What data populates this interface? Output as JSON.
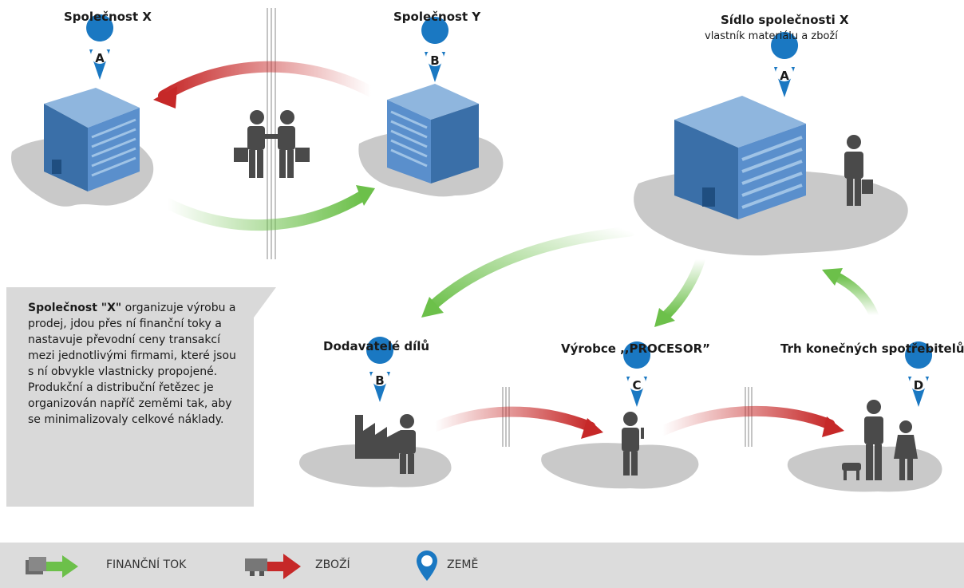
{
  "companies": {
    "x_label": "Společnost X",
    "y_label": "Společnost Y",
    "hq_label": "Sídlo společnosti X",
    "hq_sub": "vlastník materiálu a zboží"
  },
  "stages": {
    "suppliers": "Dodavatelé dílů",
    "producer": "Výrobce ,,PROCESOR”",
    "market": "Trh konečných spotřebitelů"
  },
  "pins": {
    "a1": "A",
    "b1": "B",
    "a2": "A",
    "b2": "B",
    "c": "C",
    "d": "D"
  },
  "callout": {
    "bold": "Společnost \"X\"",
    "line1": " organizuje výrobu a prodej, jdou přes ní finanční toky a nastavuje převodní ceny transakcí mezi jednotlivými firmami, které jsou s ní obvykle vlastnicky propojené.",
    "line2": "Produkční a distribuční řetězec je organizován napříč zeměmi tak, aby se minimalizovaly celkové náklady."
  },
  "legend": {
    "financial": "FINANČNÍ TOK",
    "goods": "ZBOŽÍ",
    "country": "ZEMĚ"
  },
  "colors": {
    "pin_blue": "#1a78c2",
    "money_green": "#6cc04a",
    "goods_red": "#c62828",
    "map_gray": "#c9c9c9",
    "building_blue": "#4f86c6"
  }
}
